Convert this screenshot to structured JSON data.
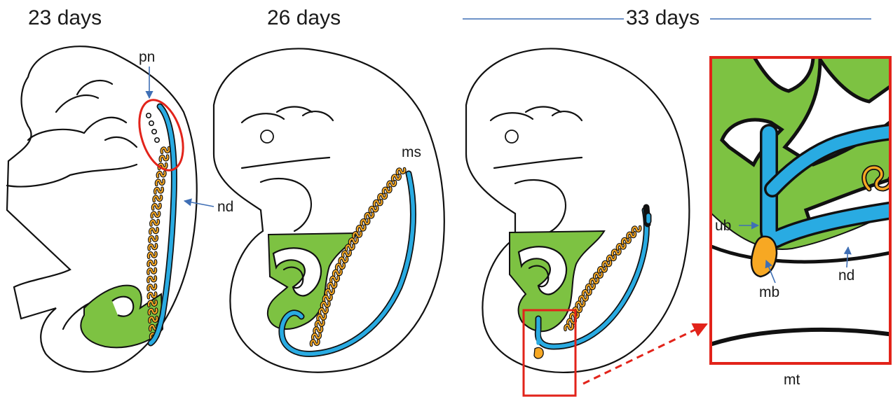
{
  "stages": {
    "day23": "23 days",
    "day26": "26 days",
    "day33": "33 days"
  },
  "labels": {
    "pn": "pn",
    "nd": "nd",
    "ms": "ms",
    "ub": "ub",
    "mb": "mb",
    "nd_inset": "nd",
    "mt": "mt"
  },
  "colors": {
    "mesonephric_green": "#7dc242",
    "duct_blue": "#29abe2",
    "tubule_orange": "#f7a823",
    "highlight_red": "#e2231a",
    "arrow_blue": "#3f6fb5"
  },
  "icons": {
    "pronephros_marker": "red-ellipse",
    "zoom_marker": "red-box-dashed-arrow"
  }
}
